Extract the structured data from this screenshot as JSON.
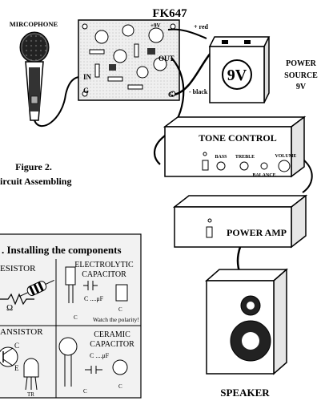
{
  "title": "FK647",
  "microphone": {
    "label": "MIRCOPHONE"
  },
  "pcb": {
    "plus9v": "+9V",
    "out": "OUT",
    "in": "IN",
    "g_right": "G",
    "g_left": "G"
  },
  "wires": {
    "red": "+ red",
    "black": "- black"
  },
  "battery": {
    "value": "9V",
    "label_line1": "POWER",
    "label_line2": "SOURCE",
    "label_line3": "9V"
  },
  "figure": {
    "number": "Figure 2.",
    "caption": "ircuit Assembling"
  },
  "tone_control": {
    "title": "TONE CONTROL",
    "bass": "BASS",
    "treble": "TREBLE",
    "volume": "VOLUME",
    "balance": "BALANCE"
  },
  "power_amp": {
    "title": "POWER AMP"
  },
  "speaker": {
    "label": "SPEAKER"
  },
  "components": {
    "heading": ". Installing the components",
    "resistor": "ESISTOR",
    "resistor_unit": "Ω",
    "electrolytic_line1": "ELECTROLYTIC",
    "electrolytic_line2": "CAPACITOR",
    "electrolytic_value": "C ....μF",
    "polarity_note": "Watch the polarity!",
    "electrolytic_c_left": "C",
    "electrolytic_c_right": "C",
    "transistor": "ANSISTOR",
    "transistor_c": "C",
    "transistor_e": "E",
    "transistor_code": "TR",
    "ceramic_line1": "CERAMIC",
    "ceramic_line2": "CAPACITOR",
    "ceramic_value": "C ....μF",
    "ceramic_c_left": "C",
    "ceramic_c_right": "C"
  }
}
